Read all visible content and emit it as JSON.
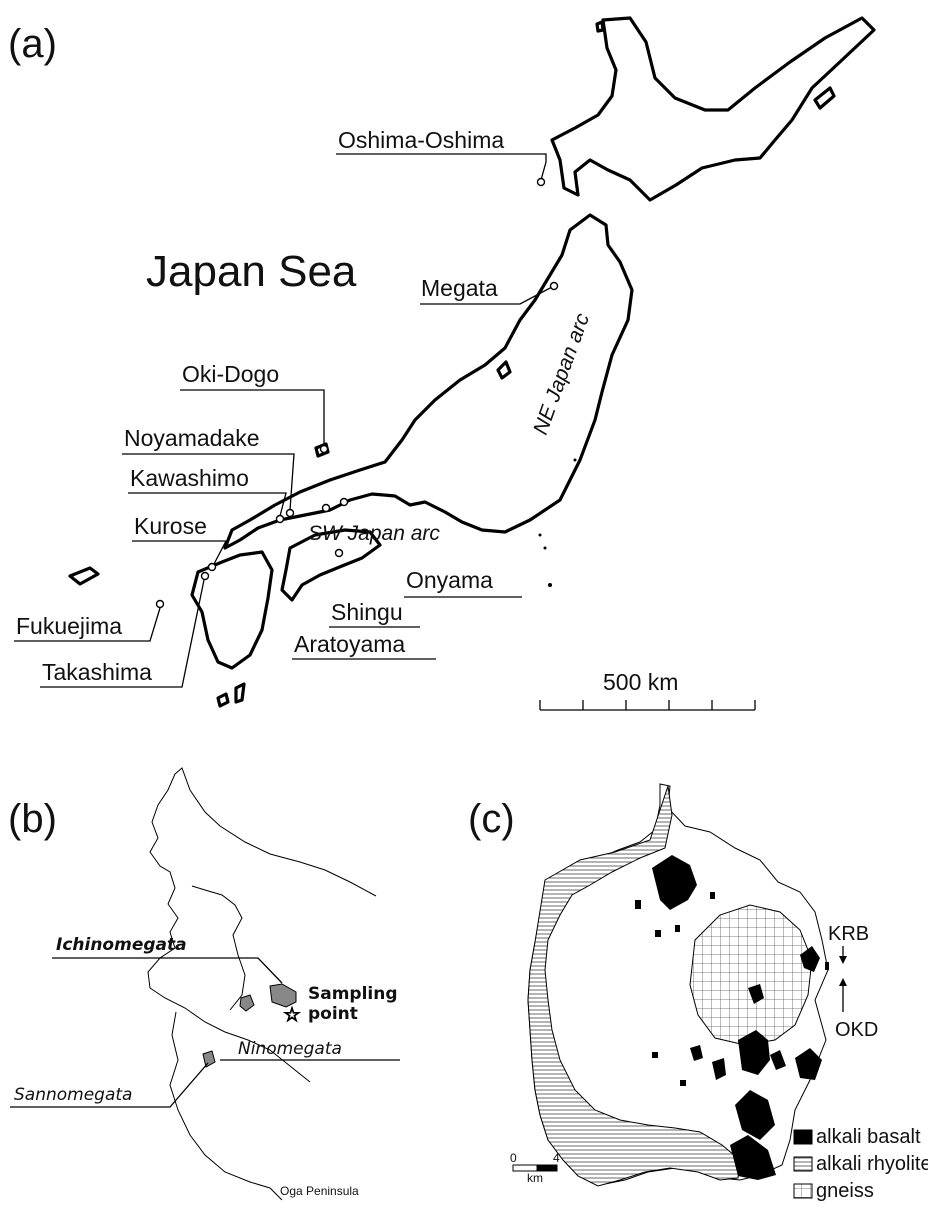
{
  "panel_a": {
    "label": "(a)",
    "sea_label": "Japan Sea",
    "arc_ne": "NE Japan arc",
    "arc_sw": "SW Japan arc",
    "sites": [
      "Oshima-Oshima",
      "Megata",
      "Oki-Dogo",
      "Noyamadake",
      "Kawashimo",
      "Kurose",
      "Fukuejima",
      "Takashima",
      "Aratoyama",
      "Shingu",
      "Onyama"
    ],
    "scale_label": "500 km"
  },
  "panel_b": {
    "label": "(b)",
    "ichinomegata": "Ichinomegata",
    "sampling_1": "Sampling",
    "sampling_2": "point",
    "ninomegata": "Ninomegata",
    "sannomegata": "Sannomegata",
    "peninsula": "Oga Peninsula"
  },
  "panel_c": {
    "label": "(c)",
    "krb": "KRB",
    "okd": "OKD",
    "scale_0": "0",
    "scale_4": "4",
    "scale_unit": "km",
    "legend": [
      "alkali basalt",
      "alkali rhyolite",
      "gneiss"
    ]
  }
}
